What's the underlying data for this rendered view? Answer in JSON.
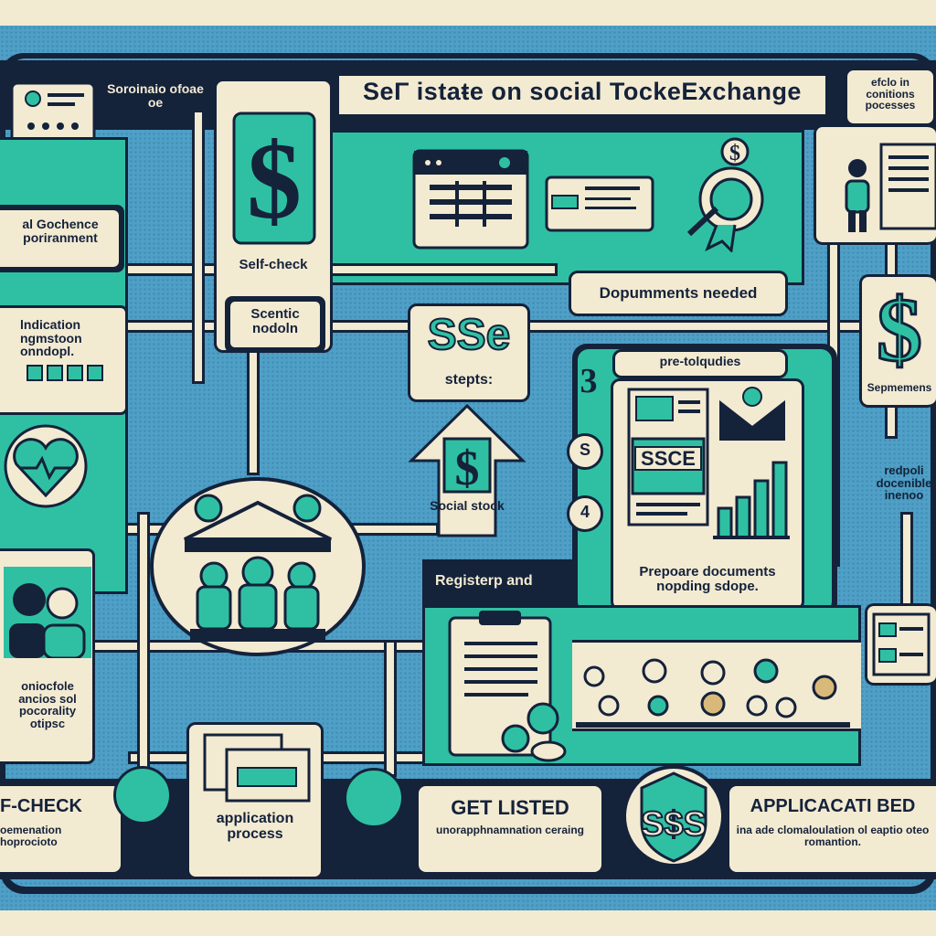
{
  "header": {
    "title": "SeΓ istaŧe on social ToᴄkeExchange",
    "corner_left": "Soroinaio ofoae oe",
    "corner_right": "efclo in conitions pocesses"
  },
  "left_column": {
    "panel_1": "al Gochence poriranment",
    "panel_2": "lndication ngmstoon onndopl.",
    "panel_3": "oniocfole ancios sol pocorality otipsc"
  },
  "center_column": {
    "self_check_label": "Self-check",
    "scenario_label": "Scentic nodoln",
    "sse_logo": "SSe",
    "steps_label": "stepts:",
    "stock_label": "Social stock",
    "register_label": "Registerp and",
    "register_close": "✕"
  },
  "right_area": {
    "documents_needed": "Dopumments needed",
    "pre_label": "pre-tolqudies",
    "step_3": "3",
    "step_5": "S",
    "step_4": "4",
    "ssce_label": "SSCE",
    "prepare_label": "Prepoare documents nopding sdope.",
    "septements_label": "Sepmemens",
    "far_right_label": "redpoli docenible inenoo"
  },
  "bottom": {
    "b1_title": "F-CHECK",
    "b1_sub": "oemenation hoprocioto",
    "b2_label": "application process",
    "b3_title": "GET LISTED",
    "b3_sub": "unorapphnamnation ceraing",
    "b4_title": "APPLICACATI BED",
    "b4_sub": "ina ade clomaloulation ol eaptio oteo romantion."
  },
  "colors": {
    "navy": "#14223a",
    "teal": "#2fc0a3",
    "cream": "#f3ead2",
    "blue": "#4f9fc6"
  },
  "icons": [
    "document-icon",
    "dollar-icon",
    "spreadsheet-icon",
    "badge-icon",
    "person-icon",
    "heart-icon",
    "courthouse-icon",
    "people-icon",
    "envelope-icon",
    "bar-chart-icon",
    "clipboard-icon",
    "arrow-icon"
  ]
}
